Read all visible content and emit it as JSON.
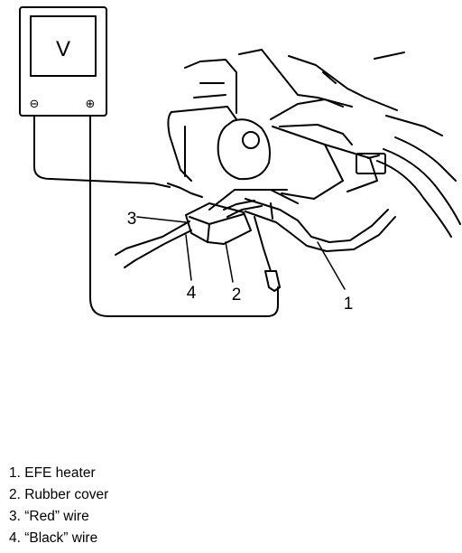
{
  "meter": {
    "display_symbol": "V",
    "negative_terminal": "⊖",
    "positive_terminal": "⊕"
  },
  "callouts": {
    "c1": "1",
    "c2": "2",
    "c3": "3",
    "c4": "4"
  },
  "legend": {
    "items": [
      "1. EFE heater",
      "2. Rubber cover",
      "3. “Red” wire",
      "4. “Black” wire"
    ]
  }
}
